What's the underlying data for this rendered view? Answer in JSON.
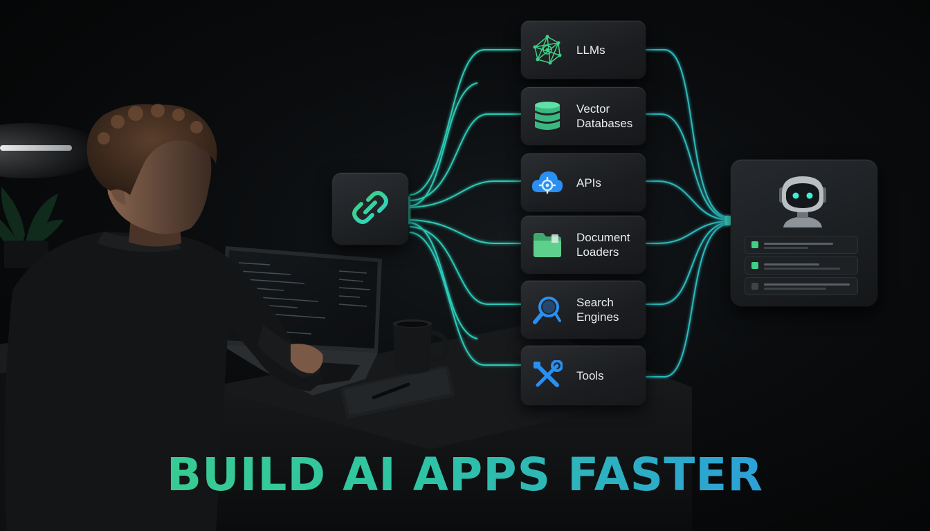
{
  "headline": "BUILD AI APPS FASTER",
  "hub": {
    "icon": "chain-link-icon"
  },
  "components": [
    {
      "id": "llms",
      "label_lines": [
        "LLMs"
      ],
      "icon": "neural-network-icon"
    },
    {
      "id": "vector-databases",
      "label_lines": [
        "Vector",
        "Databases"
      ],
      "icon": "database-icon"
    },
    {
      "id": "apis",
      "label_lines": [
        "APIs"
      ],
      "icon": "cloud-gear-icon"
    },
    {
      "id": "document-loaders",
      "label_lines": [
        "Document",
        "Loaders"
      ],
      "icon": "folder-icon"
    },
    {
      "id": "search-engines",
      "label_lines": [
        "Search",
        "Engines"
      ],
      "icon": "magnifier-icon"
    },
    {
      "id": "tools",
      "label_lines": [
        "Tools"
      ],
      "icon": "wrench-screwdriver-icon"
    }
  ],
  "agent": {
    "icon": "robot-head-icon"
  },
  "colors": {
    "green": "#3fcf86",
    "teal": "#2fd4c0",
    "blue": "#2a8ff0",
    "panel": "#1d2023"
  }
}
